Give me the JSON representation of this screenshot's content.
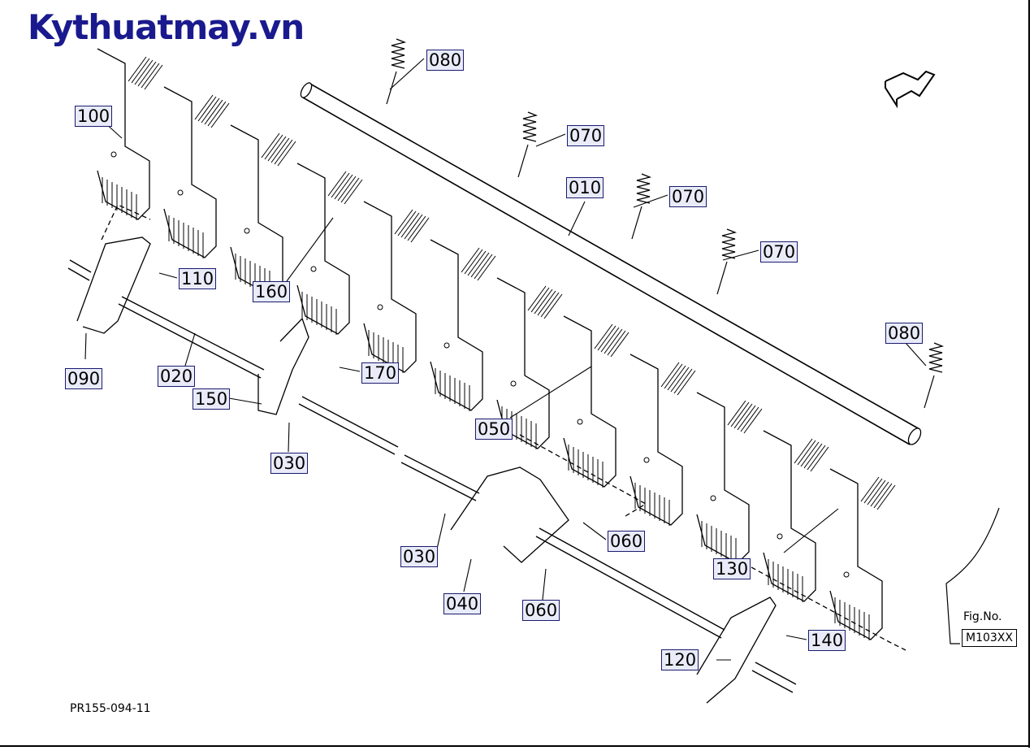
{
  "brand": "Kythuatmay.vn",
  "drawing_id": "PR155-094-11",
  "figure": {
    "label": "Fig.No.",
    "number": "M103XX"
  },
  "callouts": [
    "080",
    "070",
    "010",
    "070",
    "070",
    "080",
    "100",
    "110",
    "160",
    "090",
    "020",
    "170",
    "150",
    "030",
    "050",
    "060",
    "030",
    "040",
    "060",
    "130",
    "120",
    "140"
  ],
  "colors": {
    "brand": "#1a1a8e",
    "callout_bg": "#e9ecf8",
    "line": "#000000"
  }
}
